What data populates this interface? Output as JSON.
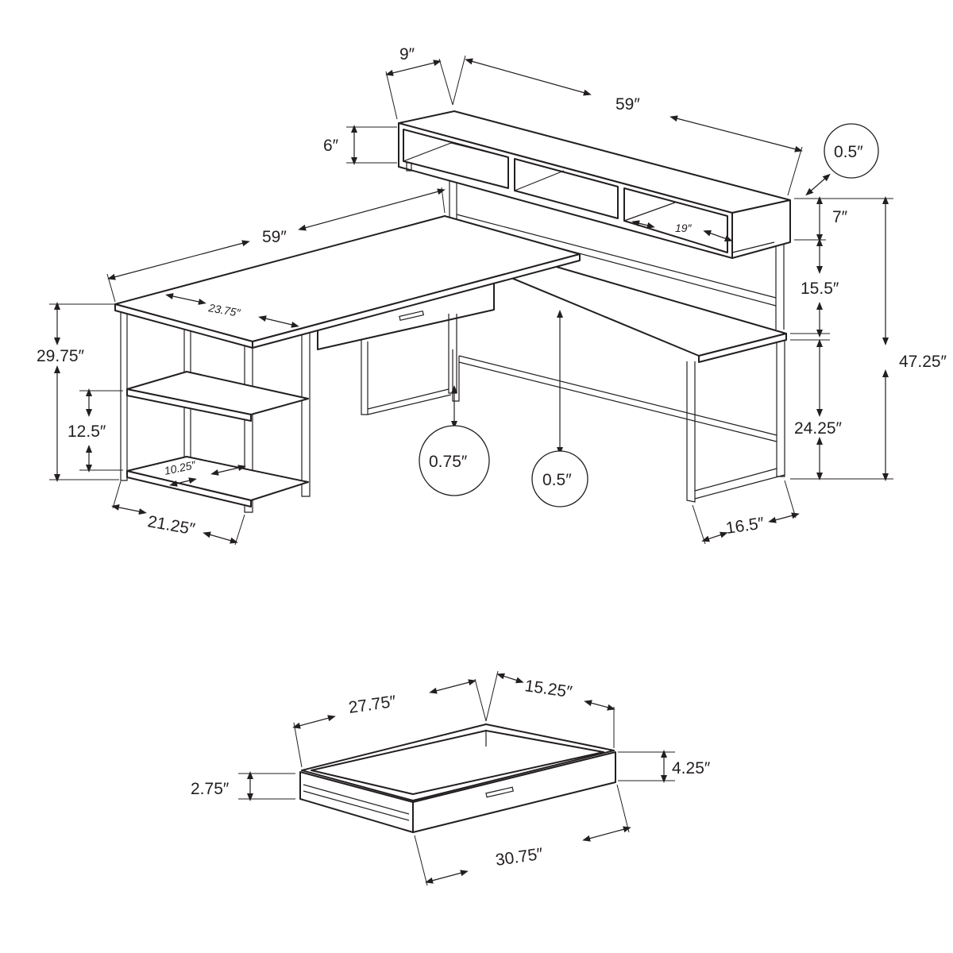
{
  "desk": {
    "hutch_depth": "9″",
    "hutch_width": "59″",
    "hutch_height": "6″",
    "hutch_panel_thickness": "0.5″",
    "hutch_shelf_height": "7″",
    "hutch_cubby_width": "19″",
    "desk_width": "59″",
    "hutch_clearance": "15.5″",
    "total_height": "47.25″",
    "desk_height": "29.75″",
    "return_depth": "23.75″",
    "shelf_spacing": "12.5″",
    "shelf_depth": "10.25″",
    "side_width": "21.25″",
    "top_thickness": "0.75″",
    "return_thickness": "0.5″",
    "under_desk_height": "24.25″",
    "main_depth": "16.5″"
  },
  "drawer": {
    "inner_width": "27.75″",
    "depth": "15.25″",
    "height": "4.25″",
    "inner_height": "2.75″",
    "width": "30.75″"
  }
}
